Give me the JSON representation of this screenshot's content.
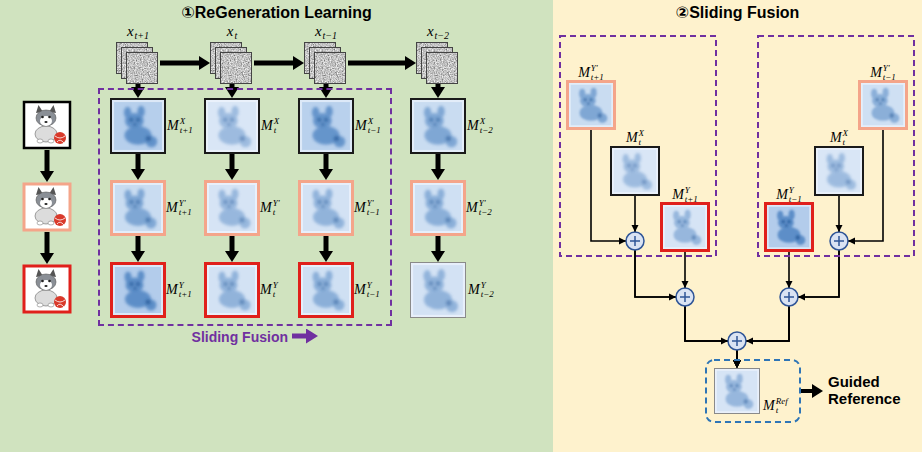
{
  "diagram": {
    "nodes": [
      {
        "text": [
          "①ReGeneration Learning"
        ]
      },
      {
        "text": [
          "x",
          "t+1"
        ],
        "in": 0
      },
      {
        "text": [
          "x",
          "t"
        ],
        "in": 0
      },
      {
        "text": [
          "x",
          "t−1"
        ],
        "in": 0
      },
      {
        "text": [
          "x",
          "t−2"
        ],
        "in": 0
      },
      {
        "text": [
          "Sliding Fusion"
        ],
        "in": 0
      },
      {
        "text": [
          "M",
          "X",
          "t+1"
        ],
        "in": 5
      },
      {
        "text": [
          "M",
          "X",
          "t"
        ],
        "in": 5
      },
      {
        "text": [
          "M",
          "X",
          "t−1"
        ],
        "in": 5
      },
      {
        "text": [
          "M",
          "X",
          "t−2"
        ],
        "in": 0
      },
      {
        "text": [
          "M",
          "Y′",
          "t+1"
        ],
        "in": 5
      },
      {
        "text": [
          "M",
          "Y′",
          "t"
        ],
        "in": 5
      },
      {
        "text": [
          "M",
          "Y′",
          "t−1"
        ],
        "in": 5
      },
      {
        "text": [
          "M",
          "Y′",
          "t−2"
        ],
        "in": 0
      },
      {
        "text": [
          "M",
          "Y",
          "t+1"
        ],
        "in": 5
      },
      {
        "text": [
          "M",
          "Y",
          "t"
        ],
        "in": 5
      },
      {
        "text": [
          "M",
          "Y",
          "t−1"
        ],
        "in": 5
      },
      {
        "text": [
          "M",
          "Y",
          "t−2"
        ],
        "in": 0
      },
      {
        "text": [
          "②Sliding Fusion"
        ]
      },
      {
        "text": [
          "M",
          "Y′",
          "t+1"
        ],
        "in": 18
      },
      {
        "text": [
          "M",
          "Y′",
          "t−1"
        ],
        "in": 18
      },
      {
        "text": [
          "M",
          "X",
          "t"
        ],
        "in": 18
      },
      {
        "text": [
          "M",
          "X",
          "t"
        ],
        "in": 18
      },
      {
        "text": [
          "M",
          "Y",
          "t+1"
        ],
        "in": 18
      },
      {
        "text": [
          "M",
          "Y",
          "t−1"
        ],
        "in": 18
      },
      {
        "text": [
          "M",
          "Ref",
          "t"
        ],
        "in": 18
      }
    ],
    "edges": [
      {
        "from": 1,
        "to": 2,
        "arrow": "to"
      },
      {
        "from": 2,
        "to": 3,
        "arrow": "to"
      },
      {
        "from": 3,
        "to": 4,
        "arrow": "to"
      },
      {
        "from": 1,
        "to": 6,
        "arrow": "to"
      },
      {
        "from": 2,
        "to": 7,
        "arrow": "to"
      },
      {
        "from": 3,
        "to": 8,
        "arrow": "to"
      },
      {
        "from": 4,
        "to": 9,
        "arrow": "to"
      },
      {
        "from": 6,
        "to": 10,
        "arrow": "to"
      },
      {
        "from": 7,
        "to": 11,
        "arrow": "to"
      },
      {
        "from": 8,
        "to": 12,
        "arrow": "to"
      },
      {
        "from": 9,
        "to": 13,
        "arrow": "to"
      },
      {
        "from": 10,
        "to": 14,
        "arrow": "to"
      },
      {
        "from": 11,
        "to": 15,
        "arrow": "to"
      },
      {
        "from": 12,
        "to": 16,
        "arrow": "to"
      },
      {
        "from": 13,
        "to": 17,
        "arrow": "to"
      },
      {
        "from": 19,
        "to": 25,
        "arrow": "to"
      },
      {
        "from": 21,
        "to": 25,
        "arrow": "to"
      },
      {
        "from": 23,
        "to": 25,
        "arrow": "to"
      },
      {
        "from": 20,
        "to": 25,
        "arrow": "to"
      },
      {
        "from": 22,
        "to": 25,
        "arrow": "to"
      },
      {
        "from": 24,
        "to": 25,
        "arrow": "to"
      }
    ],
    "labels": [
      "Guided Reference"
    ]
  }
}
